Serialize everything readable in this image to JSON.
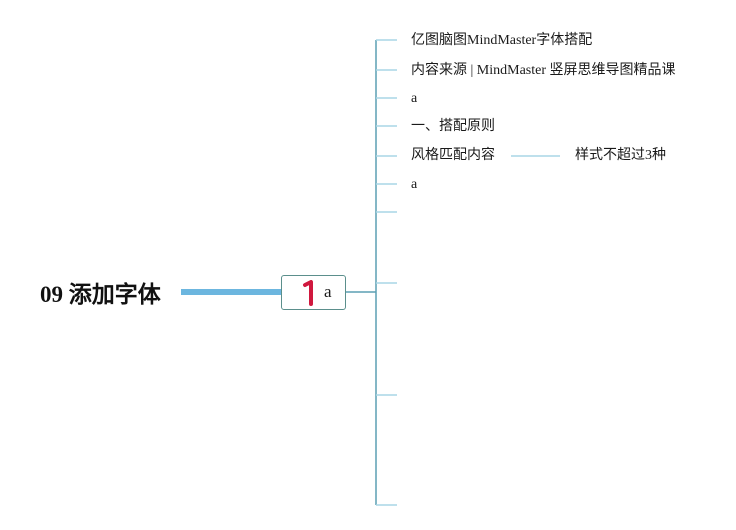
{
  "root": {
    "title": "09 添加字体"
  },
  "main_node": {
    "icon": "number-one-icon",
    "icon_color": "#d0183e",
    "label": "a",
    "border_color": "#5b8f8c"
  },
  "branches": [
    {
      "label": "亿图脑图MindMaster字体搭配"
    },
    {
      "label": "内容来源 | MindMaster 竖屏思维导图精品课"
    },
    {
      "label": "a"
    },
    {
      "label": "一、搭配原则"
    },
    {
      "label": "风格匹配内容",
      "child": "样式不超过3种"
    },
    {
      "label": "a"
    },
    {
      "label": ""
    },
    {
      "label": ""
    },
    {
      "label": ""
    },
    {
      "label": ""
    }
  ],
  "colors": {
    "root_connector": "#6cb6df",
    "branch_connector": "#a9d6e5",
    "trunk_connector": "#5b9fb3"
  }
}
